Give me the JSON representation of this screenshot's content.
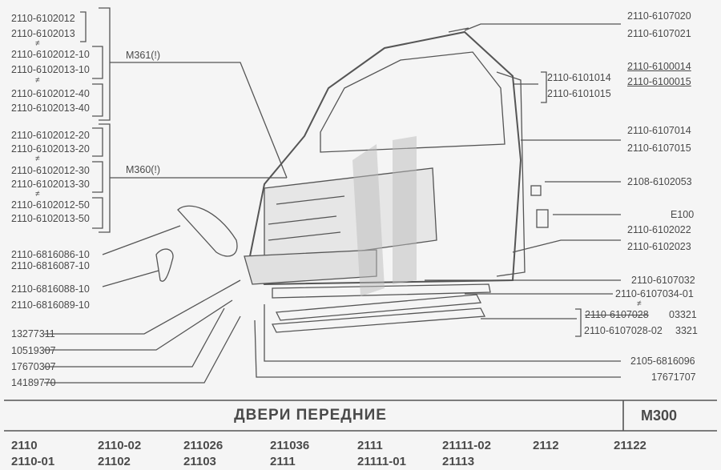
{
  "left_groups": {
    "m361": [
      "2110-6102012",
      "2110-6102013",
      "2110-6102012-10",
      "2110-6102013-10",
      "2110-6102012-40",
      "2110-6102013-40"
    ],
    "m360": [
      "2110-6102012-20",
      "2110-6102013-20",
      "2110-6102012-30",
      "2110-6102013-30",
      "2110-6102012-50",
      "2110-6102013-50"
    ]
  },
  "refs": {
    "m361": "M361(!)",
    "m360": "M360(!)"
  },
  "left_parts": [
    "2110-6816086-10",
    "2110-6816087-10",
    "2110-6816088-10",
    "2110-6816089-10",
    "13277311",
    "10519307",
    "17670307",
    "14189770"
  ],
  "right_parts": [
    "2110-6107020",
    "2110-6107021",
    "2110-6100014",
    "2110-6100015",
    "2110-6101014",
    "2110-6101015",
    "2110-6107014",
    "2110-6107015",
    "2108-6102053",
    "E100",
    "2110-6102022",
    "2110-6102023",
    "2110-6107032",
    "2110-6107034-01",
    "2110-6107028",
    "03321",
    "2110-6107028-02",
    "3321",
    "2105-6816096",
    "17671707"
  ],
  "neq": "≠",
  "footer": {
    "title": "ДВЕРИ  ПЕРЕДНИЕ",
    "code": "M300",
    "models": [
      [
        "2110",
        "2110-01"
      ],
      [
        "2110-02",
        "21102"
      ],
      [
        "211026",
        "21103"
      ],
      [
        "211036",
        "2111"
      ],
      [
        "2111",
        "21111-01"
      ],
      [
        "21111-02",
        "21113"
      ],
      [
        "2112",
        ""
      ],
      [
        "21122",
        ""
      ]
    ]
  }
}
